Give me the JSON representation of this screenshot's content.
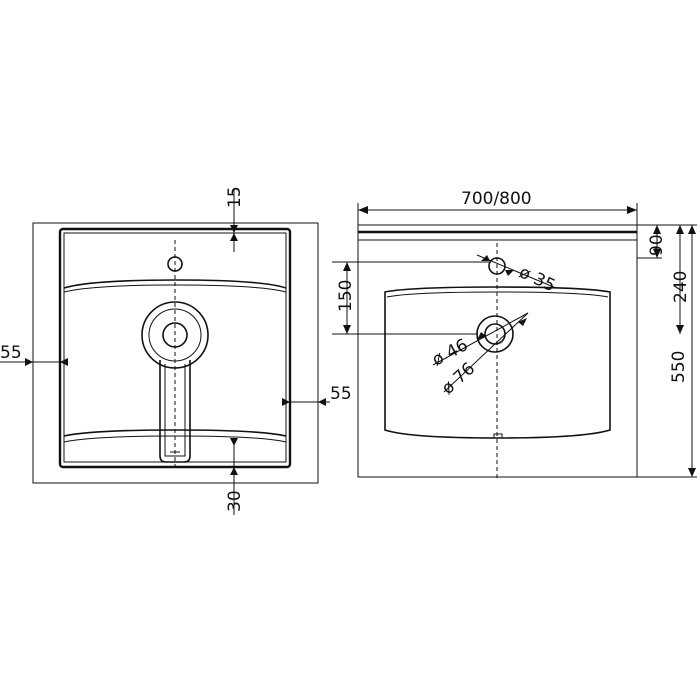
{
  "drawing": {
    "line_color": "#111111",
    "background": "#ffffff",
    "top_view": {
      "dim_tap_offset": "15",
      "dim_left_rim": "55",
      "dim_right_rim": "55",
      "dim_front_rim": "30"
    },
    "front_view": {
      "dim_width": "700/800",
      "dim_top_band": "90",
      "dim_bowl_offset": "150",
      "dim_bowl_depth": "240",
      "dim_total_height": "550",
      "dim_tap_hole": "ø 35",
      "dim_drain_inner": "ø 46",
      "dim_drain_outer": "ø 76"
    }
  }
}
